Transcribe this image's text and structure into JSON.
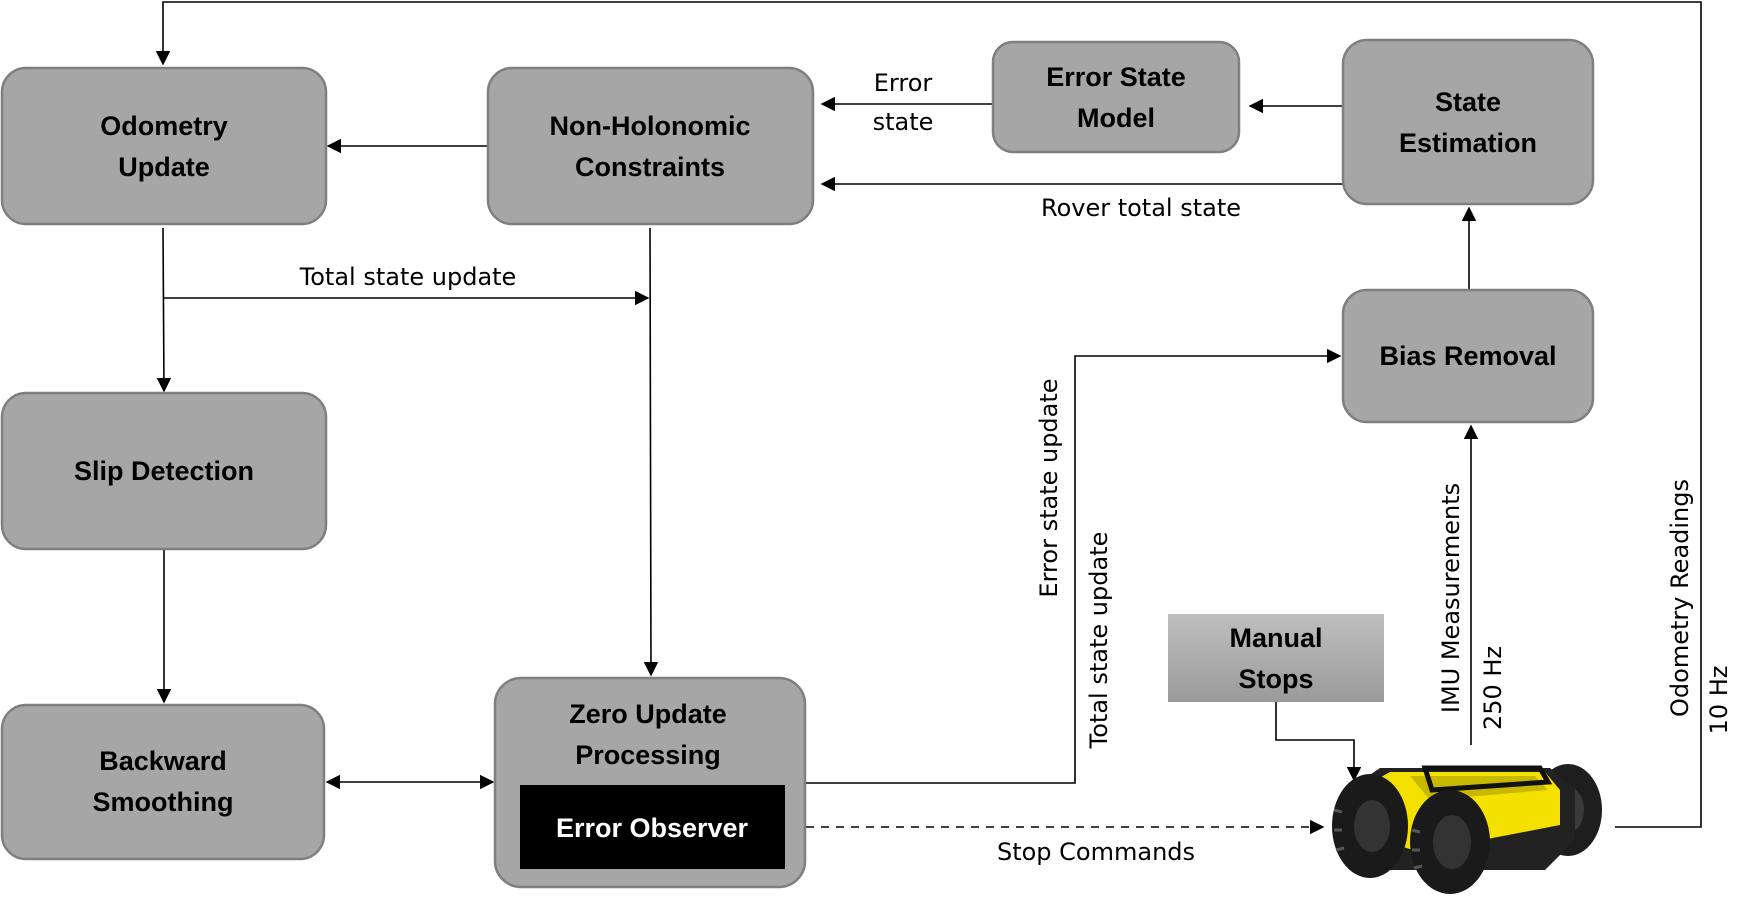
{
  "nodes": {
    "odometry_update": [
      "Odometry",
      "Update"
    ],
    "non_holonomic": [
      "Non-Holonomic",
      "Constraints"
    ],
    "error_state_model": [
      "Error State",
      "Model"
    ],
    "state_estimation": [
      "State",
      "Estimation"
    ],
    "bias_removal": [
      "Bias Removal"
    ],
    "slip_detection": [
      "Slip Detection"
    ],
    "backward_smoothing": [
      "Backward",
      "Smoothing"
    ],
    "zero_update": [
      "Zero Update",
      "Processing"
    ],
    "error_observer": [
      "Error Observer"
    ],
    "manual_stops": [
      "Manual",
      "Stops"
    ]
  },
  "edges": {
    "error_state": [
      "Error",
      "state"
    ],
    "rover_total_state": "Rover total state",
    "total_state_update_h": "Total state update",
    "error_state_update": "Error state update",
    "total_state_update_v": "Total state update",
    "imu_measurements": "IMU Measurements",
    "imu_rate": "250 Hz",
    "odometry_readings": "Odometry Readings",
    "odometry_rate": "10 Hz",
    "stop_commands": "Stop Commands"
  },
  "colors": {
    "box_fill": "#a6a6a6",
    "box_stroke": "#7f7f7f",
    "manual_fill": "#a6a6a6",
    "observer_fill": "#000000",
    "robot_body": "#f5e100"
  },
  "icons": {
    "rover": "rover-robot-icon"
  }
}
